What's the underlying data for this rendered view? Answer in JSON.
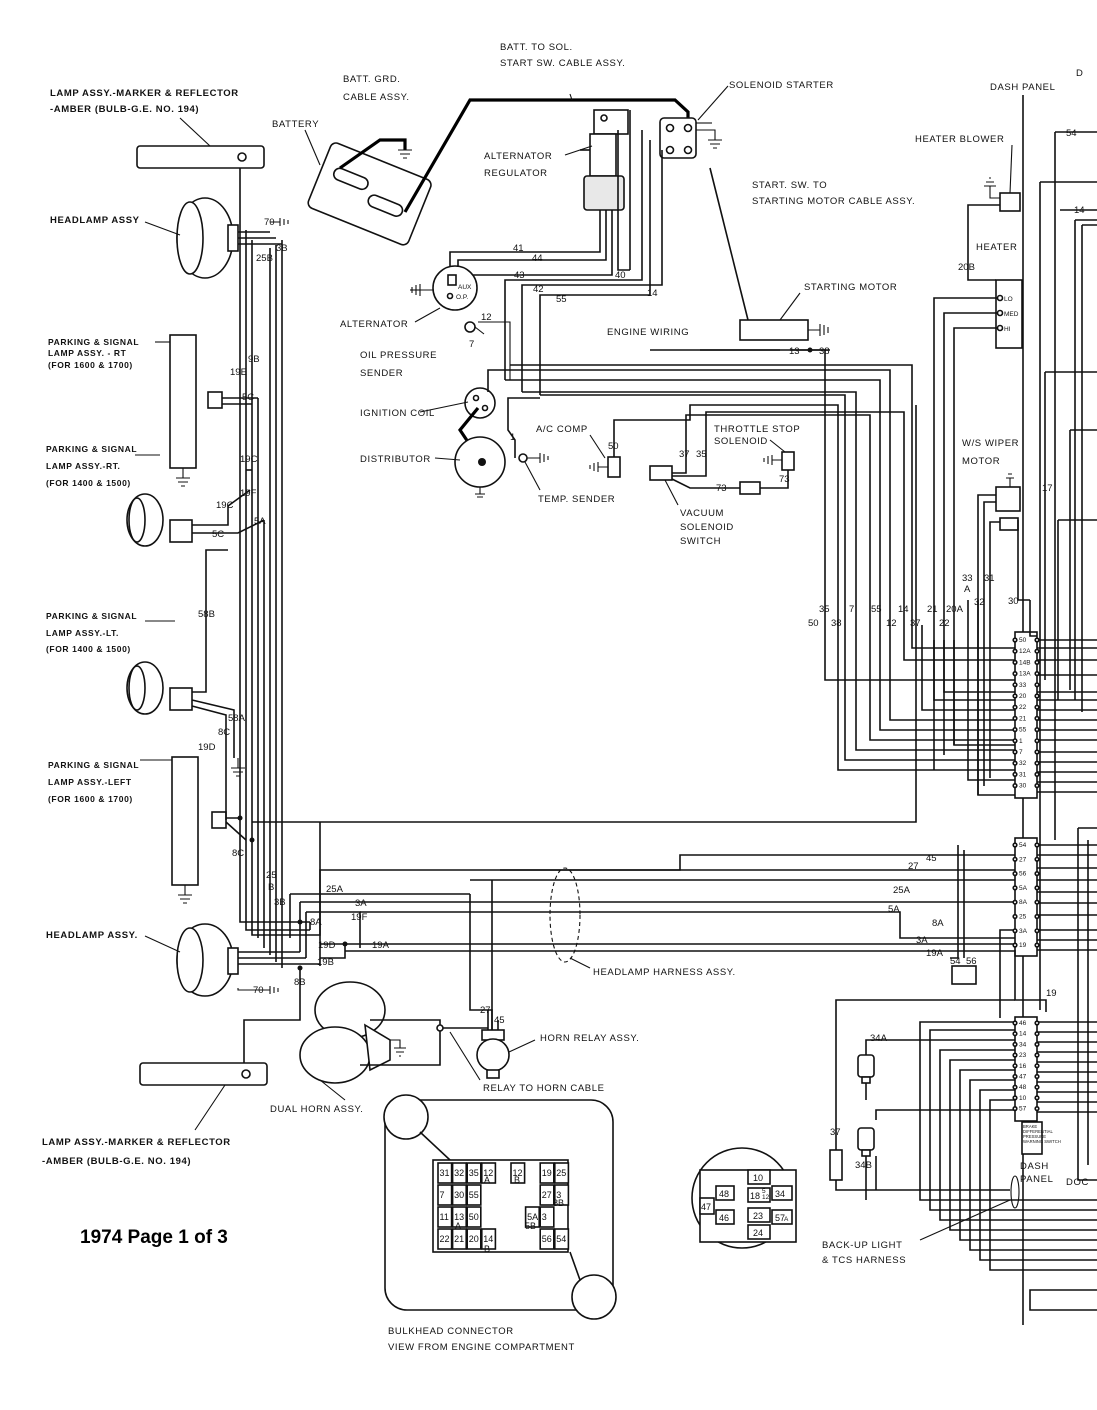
{
  "page_title": "1974 Page 1 of 3",
  "components": {
    "batt_to_sol": "BATT. TO SOL.",
    "start_sw_cable": "START SW. CABLE ASSY.",
    "batt_grd": "BATT. GRD.",
    "cable_assy": "CABLE ASSY.",
    "battery": "BATTERY",
    "solenoid_starter": "SOLENOID STARTER",
    "dash_panel_top": "DASH PANEL",
    "lamp_marker_top_1": "LAMP ASSY.-MARKER & REFLECTOR",
    "lamp_marker_top_2": "-AMBER (BULB-G.E. NO. 194)",
    "alternator_regulator_1": "ALTERNATOR",
    "alternator_regulator_2": "REGULATOR",
    "start_sw_to_1": "START. SW. TO",
    "start_sw_to_2": "STARTING MOTOR CABLE ASSY.",
    "heater_blower": "HEATER BLOWER",
    "headlamp_top": "HEADLAMP ASSY",
    "heater": "HEATER",
    "starting_motor": "STARTING MOTOR",
    "alternator": "ALTERNATOR",
    "engine_wiring": "ENGINE WIRING",
    "parking_rt_1600_1": "PARKING & SIGNAL",
    "parking_rt_1600_2": "LAMP ASSY. - RT",
    "parking_rt_1600_3": "(FOR 1600 & 1700)",
    "oil_pressure_1": "OIL PRESSURE",
    "oil_pressure_2": "SENDER",
    "ignition_coil": "IGNITION COIL",
    "throttle_stop_1": "THROTTLE STOP",
    "throttle_stop_2": "SOLENOID",
    "ac_comp": "A/C COMP",
    "ws_wiper_1": "W/S WIPER",
    "ws_wiper_2": "MOTOR",
    "parking_rt_1400_1": "PARKING & SIGNAL",
    "parking_rt_1400_2": "LAMP ASSY.-RT.",
    "parking_rt_1400_3": "(FOR 1400 & 1500)",
    "distributor": "DISTRIBUTOR",
    "temp_sender": "TEMP. SENDER",
    "vacuum_1": "VACUUM",
    "vacuum_2": "SOLENOID",
    "vacuum_3": "SWITCH",
    "parking_lt_1400_1": "PARKING & SIGNAL",
    "parking_lt_1400_2": "LAMP ASSY.-LT.",
    "parking_lt_1400_3": "(FOR 1400 & 1500)",
    "parking_left_1600_1": "PARKING & SIGNAL",
    "parking_left_1600_2": "LAMP ASSY.-LEFT",
    "parking_left_1600_3": "(FOR 1600 & 1700)",
    "headlamp_bottom": "HEADLAMP ASSY.",
    "headlamp_harness": "HEADLAMP HARNESS ASSY.",
    "horn_relay": "HORN RELAY ASSY.",
    "relay_to_horn": "RELAY TO HORN CABLE",
    "dual_horn": "DUAL HORN ASSY.",
    "lamp_marker_bottom_1": "LAMP ASSY.-MARKER & REFLECTOR",
    "lamp_marker_bottom_2": "-AMBER (BULB-G.E. NO. 194)",
    "dash_panel_bottom_1": "DASH",
    "dash_panel_bottom_2": "PANEL",
    "backup_1": "BACK-UP LIGHT",
    "backup_2": "& TCS HARNESS",
    "bulkhead_1": "BULKHEAD CONNECTOR",
    "bulkhead_2": "VIEW FROM ENGINE COMPARTMENT",
    "brake_switch": "BRAKE DIFFERENTIAL PRESSURE WARNING SWITCH",
    "alt_aux": "AUX",
    "alt_op": "O.P.",
    "heater_lo": "LO",
    "heater_med": "MED",
    "heater_hi": "HI",
    "doc": "DOC",
    "corner": "D"
  },
  "wire_numbers": {
    "w70a": "70",
    "w3b": "3B",
    "w25b": "25B",
    "w9b": "9B",
    "w19e": "19E",
    "w5c": "5C",
    "w19c": "19C",
    "w19f": "19F",
    "w19c2": "19C",
    "w5a": "5A",
    "w5c2": "5C",
    "w58b": "58B",
    "w58a": "58A",
    "w8c": "8C",
    "w19d": "19D",
    "w8c2": "8C",
    "w25": "25",
    "wB": "B",
    "w3b2": "3B",
    "w25a": "25A",
    "w3a": "3A",
    "w19f2": "19F",
    "w8a": "8A",
    "w19d2": "19D",
    "w19a": "19A",
    "w19b": "19B",
    "w8b": "8B",
    "w70b": "70",
    "w41": "41",
    "w44": "44",
    "w43": "43",
    "w40": "40",
    "w42": "42",
    "w55": "55",
    "w14": "14",
    "w12": "12",
    "w7": "7",
    "w1": "1",
    "w13": "13",
    "w38": "38",
    "w50": "50",
    "w37": "37",
    "w35": "35",
    "w73a": "73",
    "w73b": "73",
    "w20b": "20B",
    "w17": "17",
    "w54": "54",
    "w14b": "14",
    "w33": "33",
    "wA": "A",
    "w31": "31",
    "w32": "32",
    "w30": "30",
    "c35": "35",
    "c50": "50",
    "c38": "38",
    "c7": "7",
    "c55": "55",
    "c12": "12",
    "c14": "14",
    "c37": "37",
    "c21": "21",
    "c22": "22",
    "c20a": "20A",
    "h45": "45",
    "h27": "27",
    "h25a": "25A",
    "h5a": "5A",
    "h8a": "8A",
    "h3a": "3A",
    "h19a": "19A",
    "h54": "54",
    "h56": "56",
    "h19": "19",
    "h27b": "27",
    "h45b": "45",
    "h34a": "34A",
    "h37": "37",
    "h34b": "34B"
  },
  "connector_a_pins": [
    "50",
    "12A",
    "14B",
    "13A",
    "33",
    "20",
    "22",
    "21",
    "55",
    "1",
    "7",
    "32",
    "31",
    "30"
  ],
  "connector_b_pins": [
    "54",
    "27",
    "56",
    "5A",
    "8A",
    "25",
    "3A",
    "19"
  ],
  "connector_c_pins": [
    "46",
    "14",
    "34",
    "23",
    "16",
    "47",
    "48",
    "10",
    "57"
  ],
  "bulkhead_cells": [
    {
      "c": "31",
      "x": 0,
      "y": 0
    },
    {
      "c": "32",
      "x": 1,
      "y": 0
    },
    {
      "c": "35",
      "x": 2,
      "y": 0
    },
    {
      "c": "12",
      "x": 3,
      "y": 0
    },
    {
      "c": "12",
      "x": 5,
      "y": 0
    },
    {
      "c": "19",
      "x": 7,
      "y": 0
    },
    {
      "c": "25",
      "x": 8,
      "y": 0
    },
    {
      "c": "7",
      "x": 0,
      "y": 1
    },
    {
      "c": "30",
      "x": 1,
      "y": 1
    },
    {
      "c": "55",
      "x": 2,
      "y": 1
    },
    {
      "c": "27",
      "x": 7,
      "y": 1
    },
    {
      "c": "3",
      "x": 8,
      "y": 1
    },
    {
      "c": "11",
      "x": 0,
      "y": 2
    },
    {
      "c": "13",
      "x": 1,
      "y": 2
    },
    {
      "c": "50",
      "x": 2,
      "y": 2
    },
    {
      "c": "5A",
      "x": 6,
      "y": 2
    },
    {
      "c": "3",
      "x": 7,
      "y": 2
    },
    {
      "c": "22",
      "x": 0,
      "y": 3
    },
    {
      "c": "21",
      "x": 1,
      "y": 3
    },
    {
      "c": "20",
      "x": 2,
      "y": 3
    },
    {
      "c": "14",
      "x": 3,
      "y": 3
    },
    {
      "c": "56",
      "x": 7,
      "y": 3
    },
    {
      "c": "54",
      "x": 8,
      "y": 3
    }
  ],
  "bulkhead_subs": {
    "s12a": "A",
    "s12b": "B",
    "s8b": "8B",
    "s13a": "A",
    "s5b": "5B",
    "s14b": "B"
  },
  "round_conn": {
    "c10": "10",
    "c18": "18",
    "c48": "48",
    "c34": "34",
    "c47": "47",
    "c46": "46",
    "c23": "23",
    "c57": "57",
    "c24": "24",
    "c12": "12",
    "c5": "5",
    "cA": "A"
  }
}
